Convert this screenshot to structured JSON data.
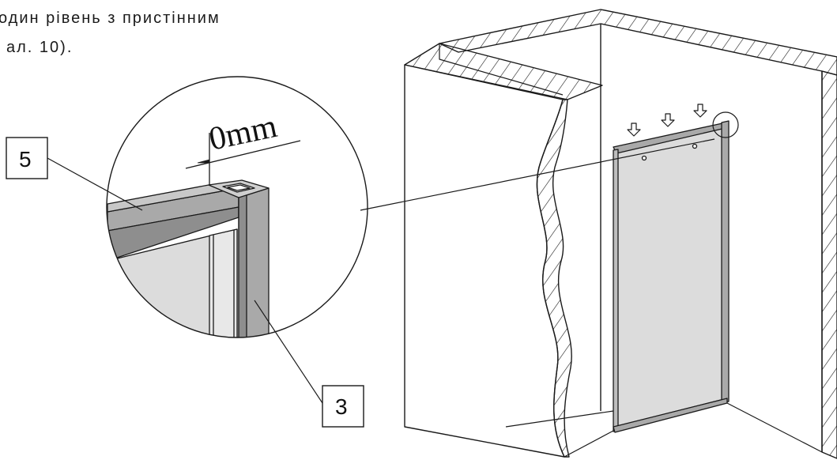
{
  "caption": {
    "line1": "один рівень з пристінним",
    "line2": "ал. 10)."
  },
  "detail": {
    "dimension_label": "0mm"
  },
  "callouts": [
    {
      "id": "callout-5",
      "number": "5"
    },
    {
      "id": "callout-3",
      "number": "3"
    }
  ],
  "colors": {
    "line": "#1a1a1a",
    "panel_fill": "#dcdcdc",
    "frame_fill": "#a9a9a9",
    "frame_dark": "#8e8e8e"
  },
  "icons": [
    "down-arrow-icon",
    "hatch-pattern"
  ]
}
